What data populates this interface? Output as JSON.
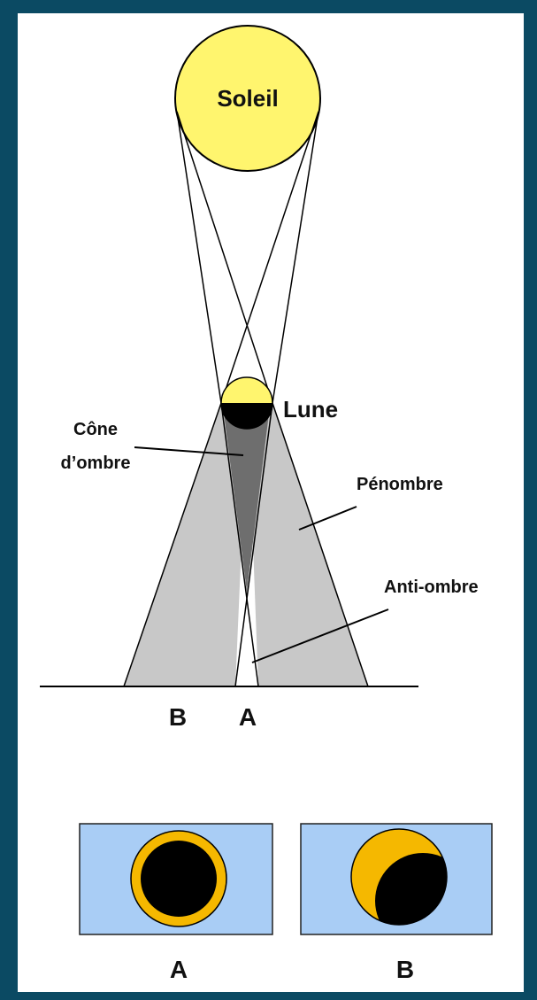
{
  "labels": {
    "sun": "Soleil",
    "moon": "Lune",
    "umbra_line1": "Cône",
    "umbra_line2": "d’ombre",
    "penumbra": "Pénombre",
    "antumbra": "Anti-ombre",
    "ground_b": "B",
    "ground_a": "A",
    "view_a": "A",
    "view_b": "B"
  },
  "colors": {
    "background": "#0b4a63",
    "panel": "#ffffff",
    "sun": "#fff56e",
    "penumbra": "#c8c8c8",
    "umbra": "#6e6e6e",
    "sky": "#a9cdf5",
    "eclipsed_sun": "#f5b800",
    "moon_disc": "#000000"
  }
}
